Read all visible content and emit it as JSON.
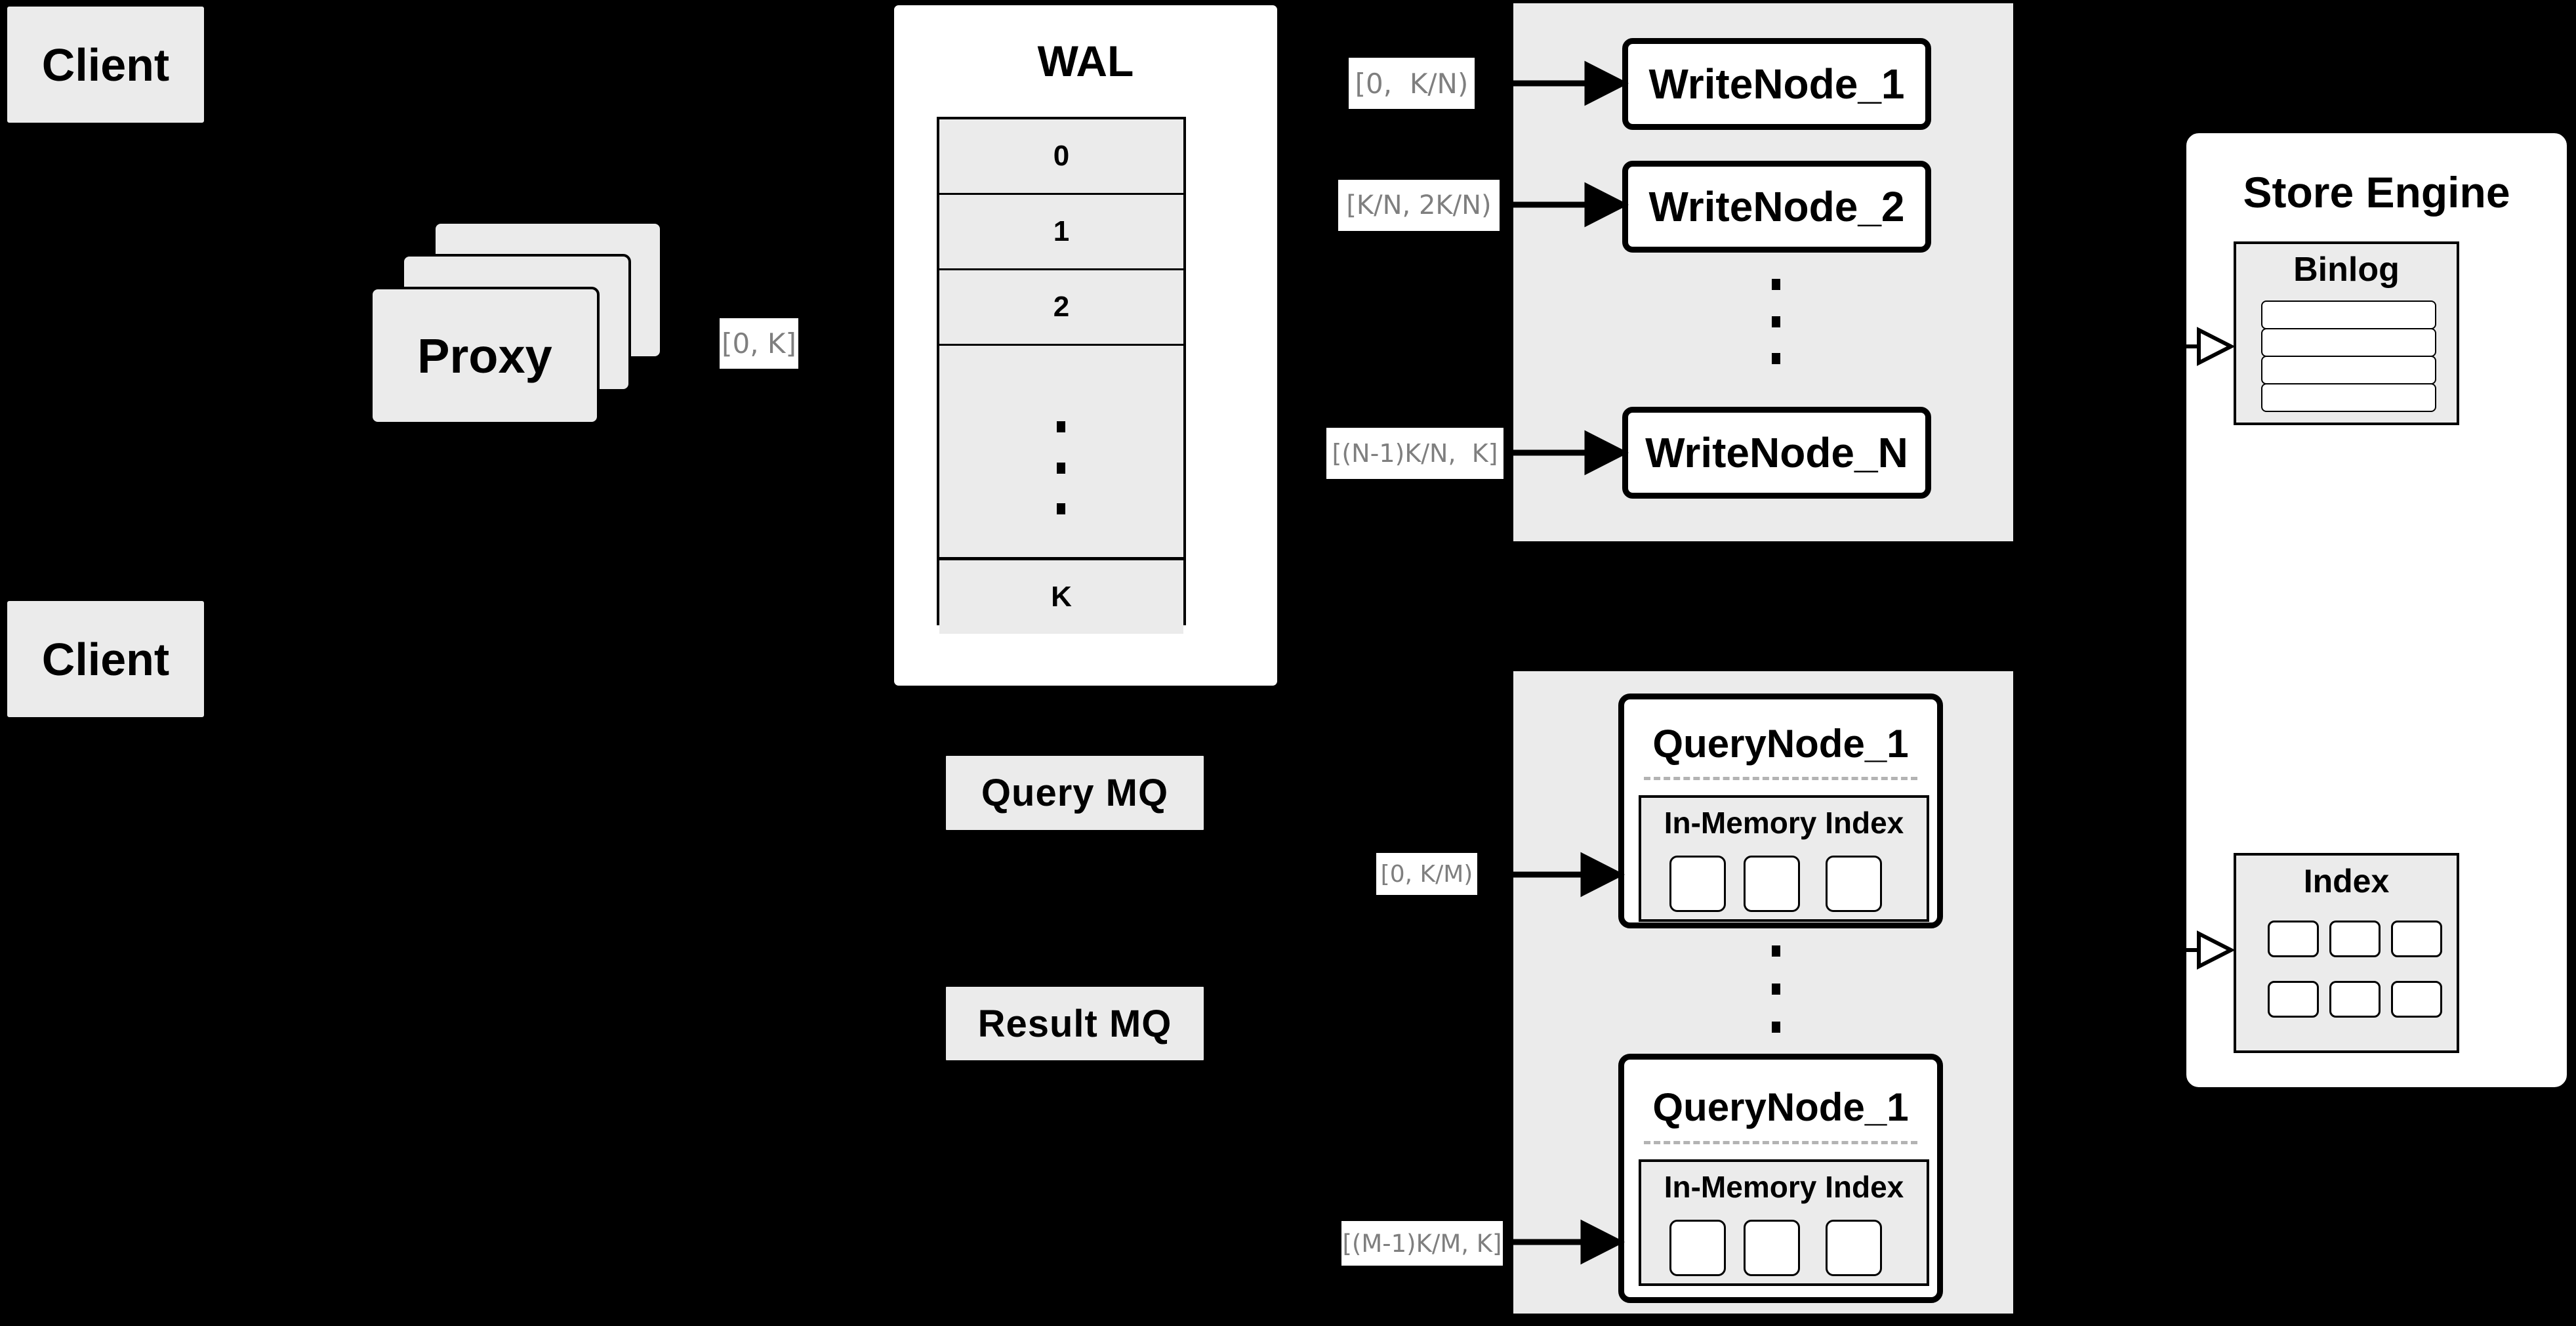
{
  "colors": {
    "background": "#000000",
    "panel_gray": "#ebebeb",
    "node_white": "#ffffff",
    "border_black": "#000000",
    "range_label_text": "#7f7f7f"
  },
  "clients": {
    "top": "Client",
    "bottom": "Client"
  },
  "proxy": {
    "label": "Proxy"
  },
  "range_labels": {
    "proxy_to_wal": "[0, K]",
    "write_1": "[0,  K/N)",
    "write_2": "[K/N, 2K/N)",
    "write_n": "[(N-1)K/N,  K]",
    "query_1": "[0, K/M)",
    "query_m": "[(M-1)K/M, K]"
  },
  "wal": {
    "title": "WAL",
    "rows": [
      "0",
      "1",
      "2"
    ],
    "last_row": "K"
  },
  "write_pool": {
    "nodes": [
      "WriteNode_1",
      "WriteNode_2",
      "WriteNode_N"
    ]
  },
  "query_pool": {
    "nodes": [
      {
        "title": "QueryNode_1",
        "inner_title": "In-Memory Index"
      },
      {
        "title": "QueryNode_1",
        "inner_title": "In-Memory Index"
      }
    ]
  },
  "message_queues": {
    "query": "Query MQ",
    "result": "Result MQ"
  },
  "store_engine": {
    "title": "Store Engine",
    "binlog": "Binlog",
    "index": "Index"
  }
}
